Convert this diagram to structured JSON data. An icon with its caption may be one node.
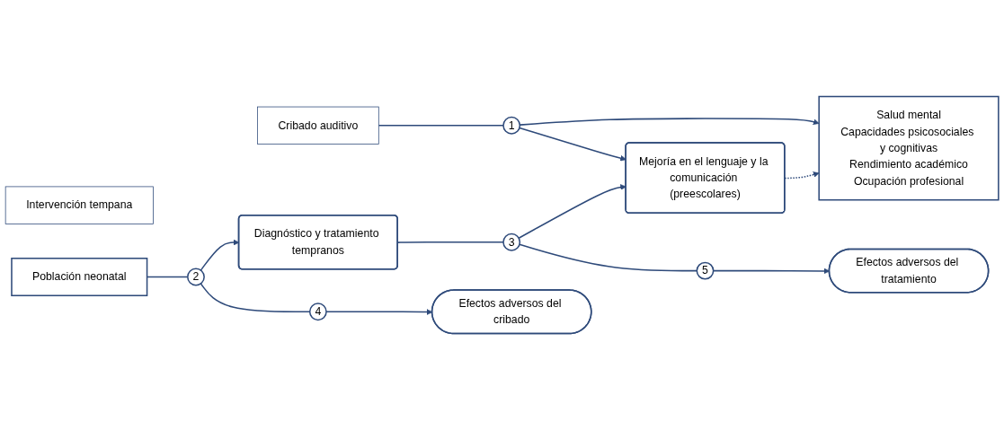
{
  "diagram": {
    "nodes": [
      {
        "text": [
          "1"
        ]
      },
      {
        "text": [
          "Cribado auditivo"
        ]
      },
      {
        "text": [
          "Intervención tempana"
        ]
      },
      {
        "text": [
          "Población neonatal"
        ]
      },
      {
        "text": [
          "2"
        ]
      },
      {
        "text": [
          "Diagnóstico y tratamiento tempranos"
        ]
      },
      {
        "text": [
          "3"
        ]
      },
      {
        "text": [
          "Mejoría en el lenguaje y la comunicación (preescolares)"
        ]
      },
      {
        "text": [
          "Salud mental",
          "Capacidades psicosociales y cognitivas",
          "Rendimiento académico",
          "Ocupación profesional"
        ]
      },
      {
        "text": [
          "4"
        ]
      },
      {
        "text": [
          "5"
        ]
      },
      {
        "text": [
          "Efectos adversos del cribado"
        ]
      },
      {
        "text": [
          "Efectos adversos del tratamiento"
        ]
      }
    ],
    "edges": [
      {
        "from": 1,
        "to": 0,
        "arrow": "none"
      },
      {
        "from": 0,
        "to": 7,
        "arrow": "to"
      },
      {
        "from": 0,
        "to": 8,
        "arrow": "to"
      },
      {
        "from": 3,
        "to": 4,
        "arrow": "none"
      },
      {
        "from": 4,
        "to": 5,
        "arrow": "to"
      },
      {
        "from": 4,
        "to": 9,
        "arrow": "none"
      },
      {
        "from": 9,
        "to": 11,
        "arrow": "to"
      },
      {
        "from": 5,
        "to": 6,
        "arrow": "none"
      },
      {
        "from": 6,
        "to": 7,
        "arrow": "to"
      },
      {
        "from": 6,
        "to": 10,
        "arrow": "none"
      },
      {
        "from": 10,
        "to": 12,
        "arrow": "to"
      },
      {
        "from": 7,
        "to": 8,
        "arrow": "to",
        "style": "dashed"
      }
    ]
  }
}
